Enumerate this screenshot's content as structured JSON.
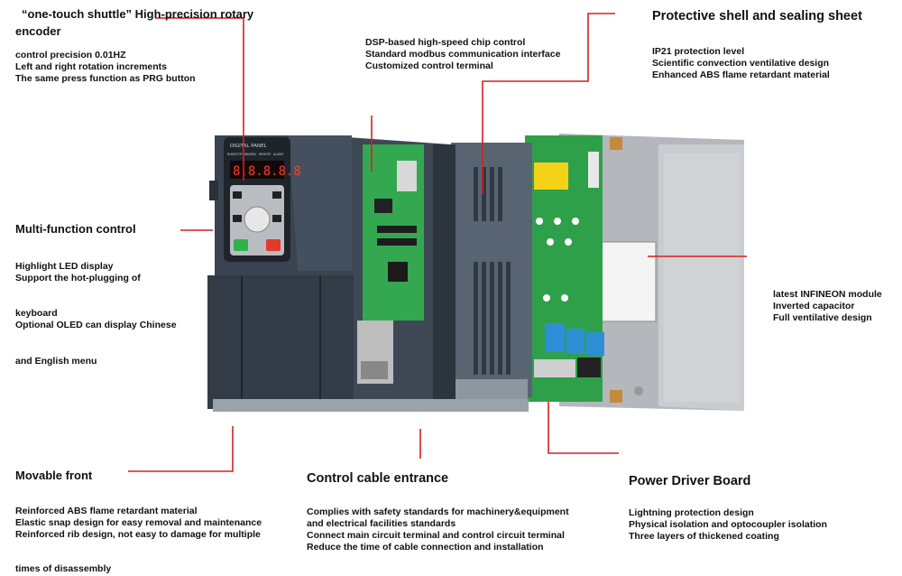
{
  "callouts": {
    "encoder": {
      "title_line1": "“one-touch shuttle” High-precision rotary",
      "title_line2": "encoder",
      "lines": [
        "control precision 0.01HZ",
        "Left and right rotation increments",
        "The same press function as PRG button"
      ]
    },
    "dsp": {
      "lines": [
        "DSP-based high-speed chip control",
        "Standard modbus communication interface",
        "Customized control terminal"
      ]
    },
    "shell": {
      "title": "Protective shell and sealing sheet",
      "lines": [
        "IP21 protection level",
        "Scientific convection ventilative design",
        "Enhanced ABS flame retardant material"
      ]
    },
    "multifunction": {
      "title": "Multi-function control",
      "line1": "Highlight LED display",
      "line2": "Support the hot-plugging of",
      "line3": "keyboard",
      "line4": "Optional OLED can display Chinese",
      "line5": "and English menu"
    },
    "infineon": {
      "lines": [
        "latest INFINEON module",
        "Inverted capacitor",
        "Full ventilative design"
      ]
    },
    "movable_front": {
      "title": "Movable front",
      "lines": [
        "Reinforced ABS flame retardant material",
        "Elastic snap design for easy removal and maintenance",
        "Reinforced rib design, not easy to damage for multiple"
      ],
      "last_line": "times of disassembly"
    },
    "cable_entrance": {
      "title": "Control cable entrance",
      "lines": [
        "Complies with safety standards for machinery&equipment",
        "and electrical facilities standards",
        "Connect main circuit terminal and control circuit terminal",
        "Reduce the time of cable connection and installation"
      ]
    },
    "power_board": {
      "title": "Power Driver Board",
      "lines": [
        "Lightning protection design",
        "Physical isolation and optocoupler isolation",
        "Three layers of thickened coating"
      ]
    }
  },
  "product": {
    "panel_label": "DIGITAL PANEL",
    "indicators": [
      "RUN/STOP",
      "FWD/REV",
      "REMOTE",
      "ALARM"
    ],
    "display_value": "8.8.8.8.8"
  },
  "colors": {
    "leader": "#d42020",
    "housing": "#3b4552",
    "pcb": "#2fa04a",
    "metal": "#b9bcc1"
  }
}
